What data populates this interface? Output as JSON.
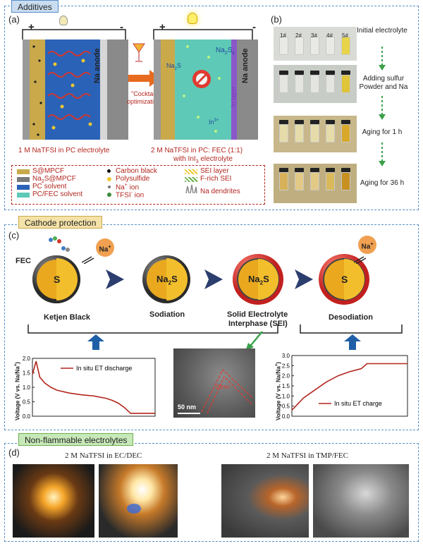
{
  "panel_a": {
    "tag": "Additives",
    "letter": "(a)",
    "plus": "+",
    "minus": "-",
    "anode_label": "Na anode",
    "arrow_label_1": "\"Cocktail",
    "arrow_label_2": "optimization\"",
    "left_caption": "1 M NaTFSI in PC electrolyte",
    "right_caption_1": "2 M NaTFSI in PC: FEC (1:1)",
    "right_caption_2": "with InI",
    "right_caption_sub": "3",
    "right_caption_3": " electrolyte",
    "na2sx": "Na",
    "na2sx_sub": "2",
    "na2sx_s": "S",
    "na2sx_x": "x",
    "na2s": "Na",
    "na2s_sub": "2",
    "na2s_s": "S",
    "in3": "In",
    "in3_sup": "3+",
    "in_layer": "In layer",
    "legend": [
      {
        "label": "S@MPCF"
      },
      {
        "label": "Na",
        "sub": "2",
        "rest": "S@MPCF"
      },
      {
        "label": "PC solvent"
      },
      {
        "label": "PC/FEC solvent"
      },
      {
        "label": "Carbon black"
      },
      {
        "label": "Polysulfide"
      },
      {
        "label": "Na",
        "sup": "+",
        "rest": " ion"
      },
      {
        "label": "TFSI",
        "sup": "-",
        "rest": " ion"
      },
      {
        "label": "SEI layer"
      },
      {
        "label": "F-rich SEI"
      },
      {
        "label": "Na dendrites"
      }
    ]
  },
  "panel_b": {
    "letter": "(b)",
    "vial_labels": [
      "1#",
      "2#",
      "3#",
      "4#",
      "5#"
    ],
    "steps": [
      "Initial electrolyte",
      "Adding sulfur Powder and Na",
      "Aging for 1 h",
      "Aging for 36 h"
    ]
  },
  "panel_c": {
    "tag": "Cathode protection",
    "letter": "(c)",
    "fec": "FEC",
    "na_plus": "Na",
    "na_plus_sup": "+",
    "s": "S",
    "na2s": "Na",
    "na2s_sub": "2",
    "na2s_s": "S",
    "stage_labels": [
      "Ketjen Black",
      "Sodiation",
      "Solid Electrolyte",
      "Interphase (SEI)",
      "Desodiation"
    ],
    "ylabel": "Voltage (V vs. Na/Na",
    "ylabel_sup": "+",
    "ylabel_end": ")",
    "discharge_legend": "In situ ET discharge",
    "charge_legend": "In situ ET charge",
    "scale_bar": "50 nm",
    "thickness": "20nm",
    "colors": {
      "curve": "#b3261e",
      "arrow": "#1f5fa8",
      "dark_arrow": "#2c3e6e"
    }
  },
  "panel_d": {
    "tag": "Non-flammable electrolytes",
    "letter": "(d)",
    "left_title": "2 M NaTFSI in EC/DEC",
    "right_title": "2 M NaTFSI in TMP/FEC"
  },
  "chart_data": [
    {
      "type": "line",
      "title": "",
      "xlabel": "",
      "ylabel": "Voltage (V vs. Na/Na+)",
      "ylim": [
        0,
        2.0
      ],
      "series": [
        {
          "name": "In situ ET discharge",
          "x": [
            0,
            0.3,
            0.6,
            1.0,
            1.5,
            2.0,
            3.0,
            4.0,
            5.0,
            6.0,
            6.5,
            7.0,
            7.5,
            8.0,
            9.0,
            10.0
          ],
          "y": [
            1.45,
            1.9,
            1.35,
            1.15,
            1.0,
            0.9,
            0.8,
            0.74,
            0.7,
            0.62,
            0.55,
            0.45,
            0.3,
            0.1,
            0.1,
            0.1
          ]
        }
      ],
      "yticks": [
        "0.0",
        "0.5",
        "1.0",
        "1.5",
        "2.0"
      ]
    },
    {
      "type": "line",
      "title": "",
      "xlabel": "",
      "ylabel": "Voltage (V vs. Na/Na+)",
      "ylim": [
        0,
        3.0
      ],
      "series": [
        {
          "name": "In situ ET charge",
          "x": [
            0,
            0.5,
            1.0,
            2.0,
            3.0,
            4.0,
            5.0,
            6.0,
            6.5,
            7.0,
            8.0,
            9.0,
            10.0
          ],
          "y": [
            0.3,
            0.6,
            0.9,
            1.3,
            1.7,
            2.0,
            2.2,
            2.35,
            2.6,
            2.6,
            2.6,
            2.6,
            2.6
          ]
        }
      ],
      "yticks": [
        "0.0",
        "0.5",
        "1.0",
        "1.5",
        "2.0",
        "2.5",
        "3.0"
      ]
    }
  ]
}
